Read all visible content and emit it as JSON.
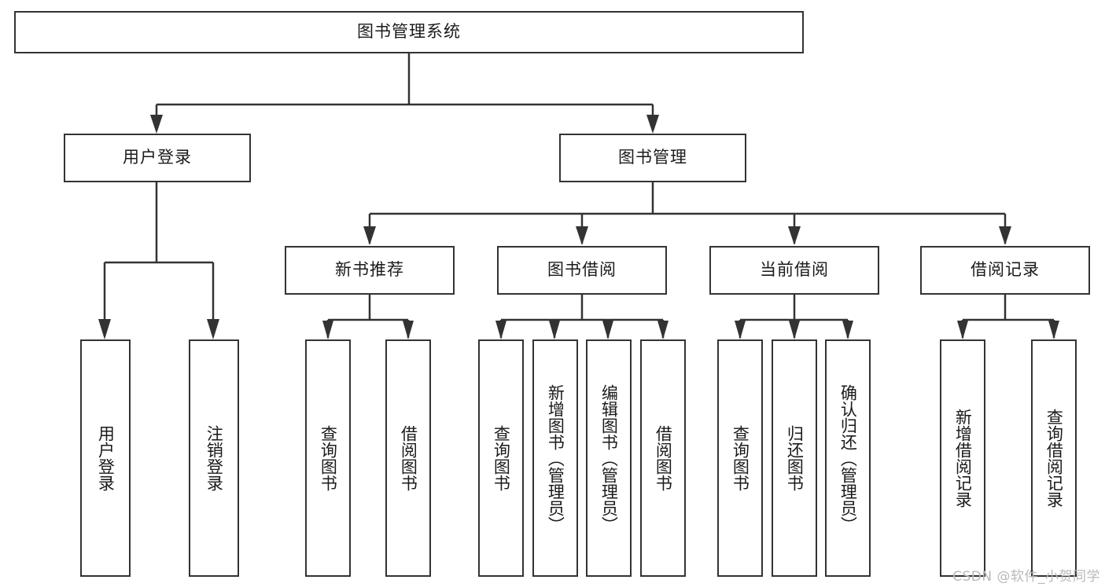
{
  "diagram": {
    "title": "图书管理系统",
    "type": "tree-hierarchy",
    "watermark": "CSDN @软件_小贺同学",
    "colors": {
      "stroke": "#333333",
      "fill": "#ffffff",
      "text": "#1a1a1a",
      "watermark": "#b9b9b9"
    },
    "nodes": {
      "root": {
        "label": "图书管理系统"
      },
      "level2": [
        {
          "id": "user-login",
          "label": "用户登录"
        },
        {
          "id": "book-manage",
          "label": "图书管理"
        }
      ],
      "level3": [
        {
          "id": "new-book-recommend",
          "label": "新书推荐"
        },
        {
          "id": "book-borrow",
          "label": "图书借阅"
        },
        {
          "id": "current-borrow",
          "label": "当前借阅"
        },
        {
          "id": "borrow-record",
          "label": "借阅记录"
        }
      ],
      "leaves": {
        "user-login": [
          {
            "id": "leaf-user-login",
            "label": "用户登录"
          },
          {
            "id": "leaf-logout-login",
            "label": "注销登录"
          }
        ],
        "new-book-recommend": [
          {
            "id": "leaf-query-book-1",
            "label": "查询图书"
          },
          {
            "id": "leaf-borrow-book-1",
            "label": "借阅图书"
          }
        ],
        "book-borrow": [
          {
            "id": "leaf-query-book-2",
            "label": "查询图书"
          },
          {
            "id": "leaf-add-book",
            "label": "新增图书（管理员）"
          },
          {
            "id": "leaf-edit-book",
            "label": "编辑图书（管理员）"
          },
          {
            "id": "leaf-borrow-book-2",
            "label": "借阅图书"
          }
        ],
        "current-borrow": [
          {
            "id": "leaf-query-book-3",
            "label": "查询图书"
          },
          {
            "id": "leaf-return-book",
            "label": "归还图书"
          },
          {
            "id": "leaf-confirm-return",
            "label": "确认归还（管理员）"
          }
        ],
        "borrow-record": [
          {
            "id": "leaf-add-record",
            "label": "新增借阅记录"
          },
          {
            "id": "leaf-query-record",
            "label": "查询借阅记录"
          }
        ]
      }
    }
  }
}
